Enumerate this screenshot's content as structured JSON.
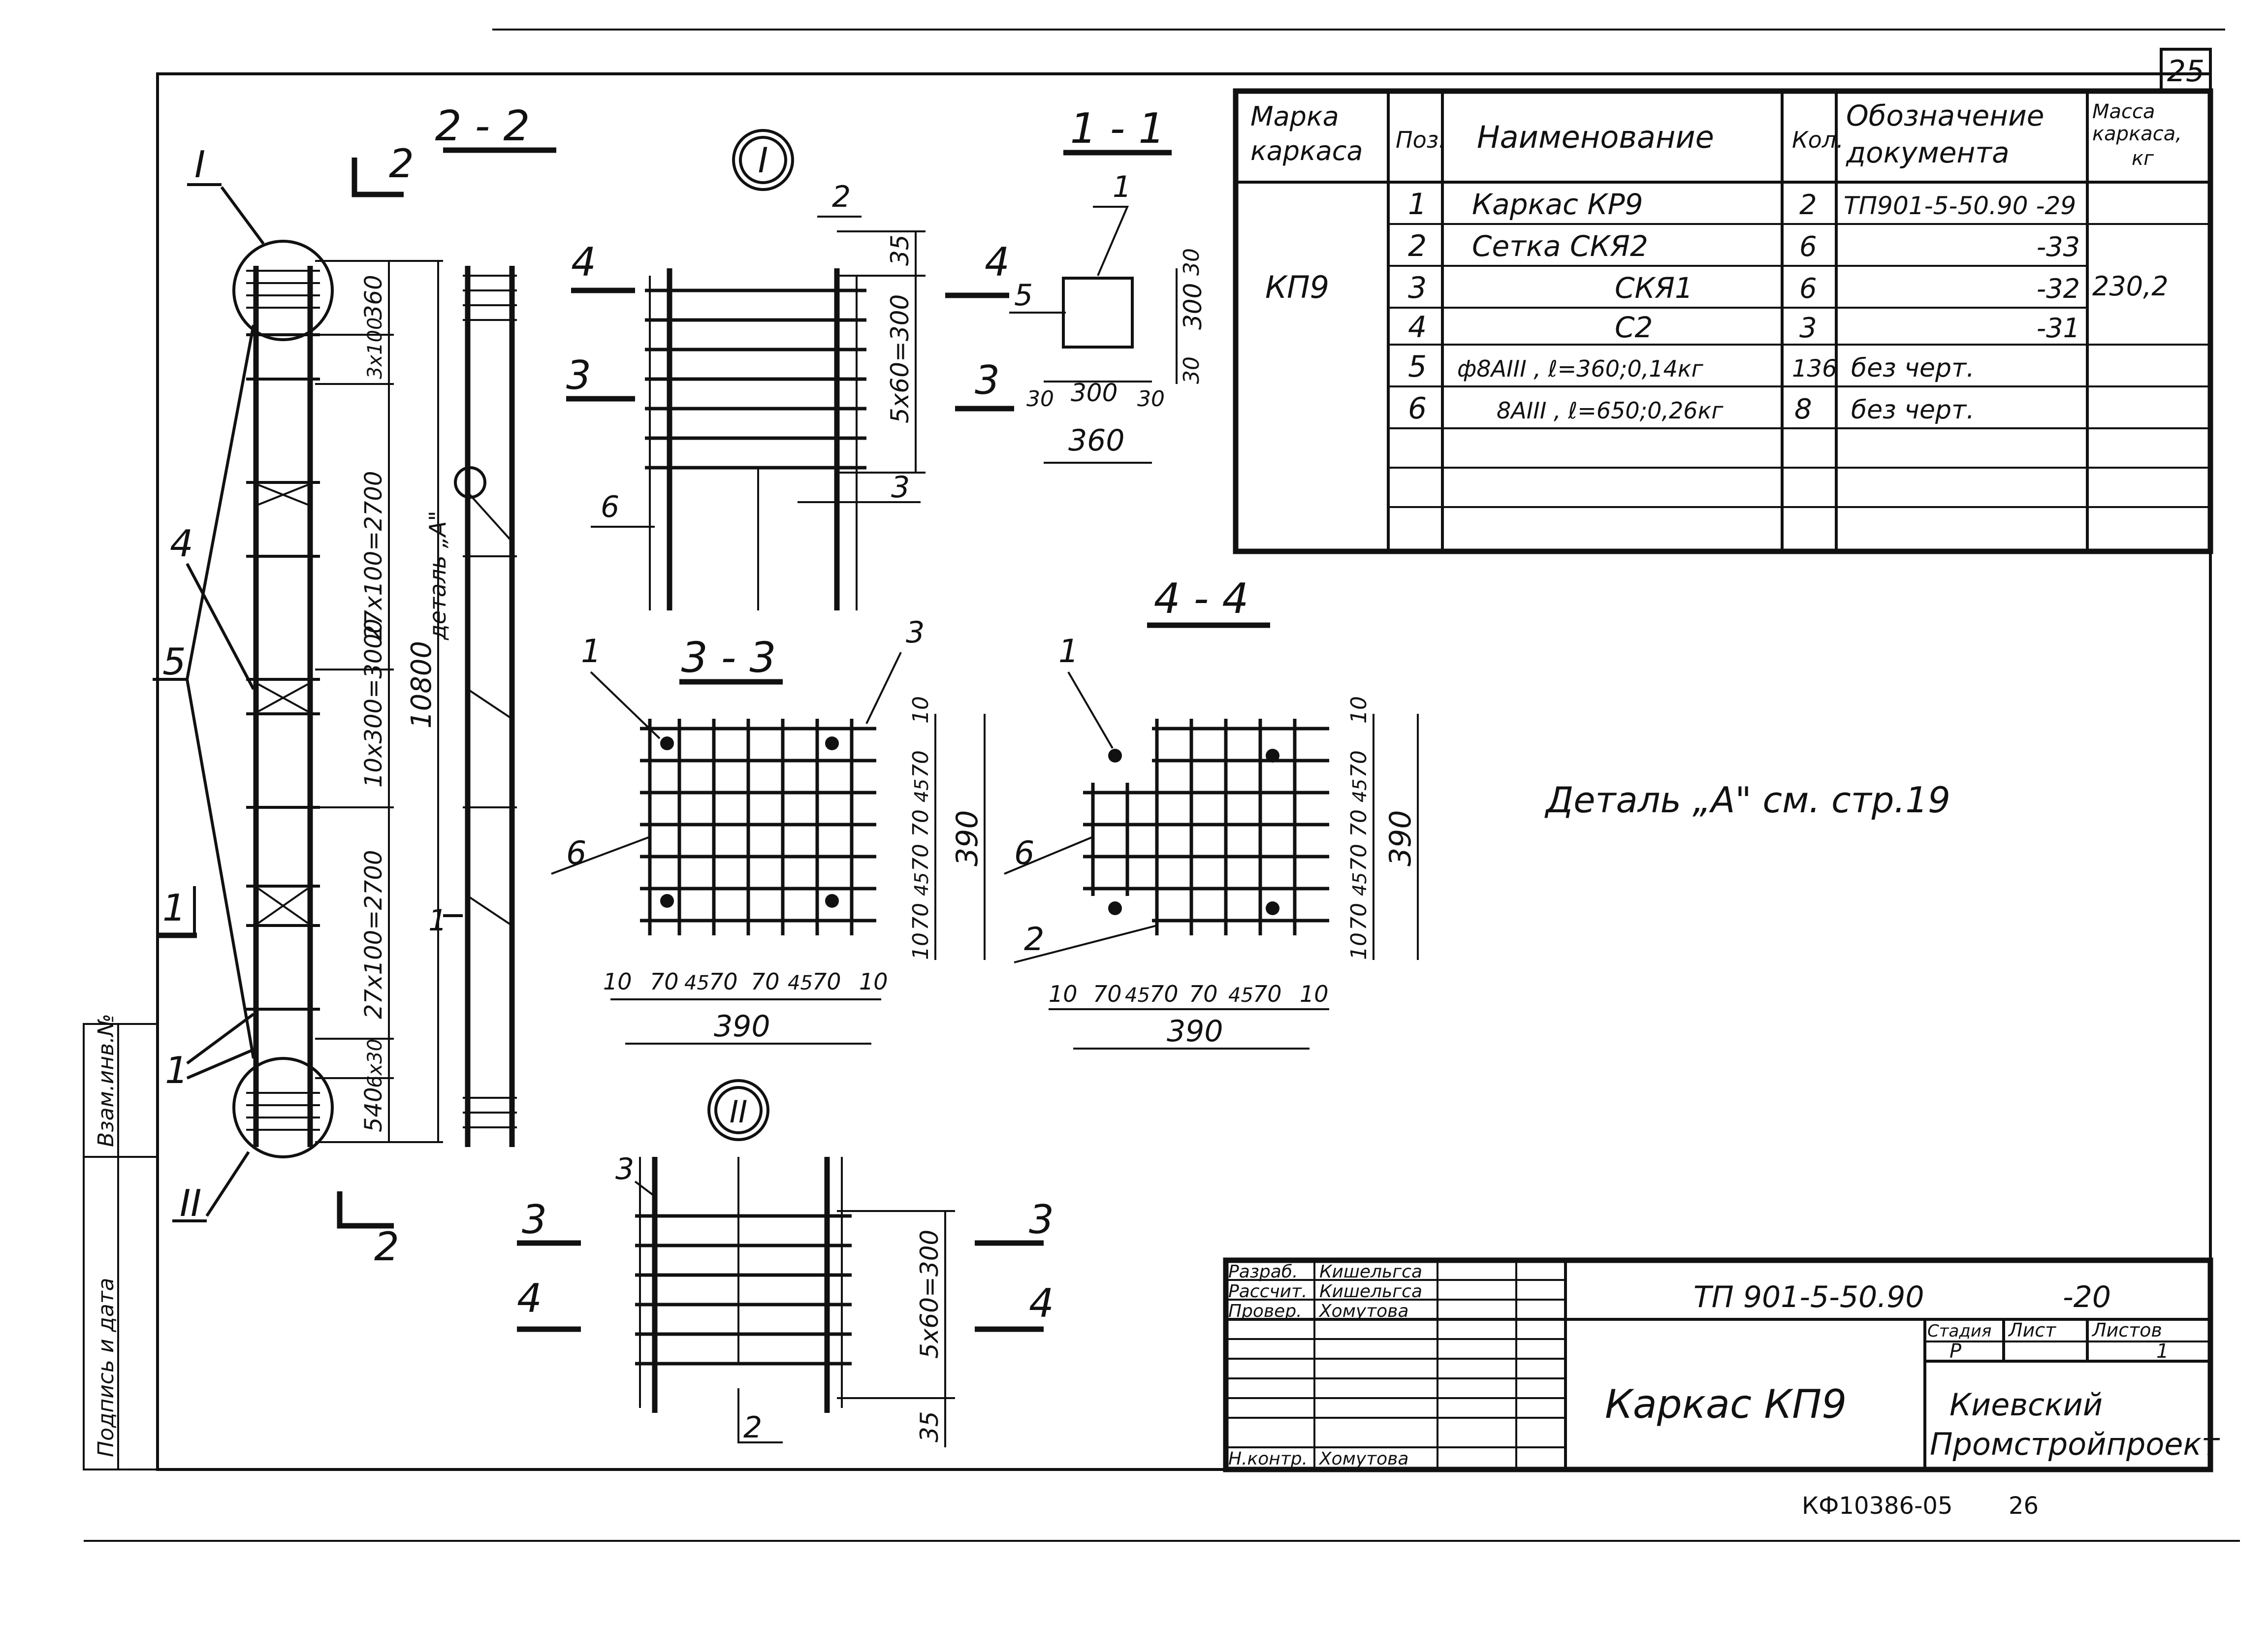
{
  "sheet_no": "25",
  "bottom_code": "КФ10386-05",
  "bottom_num": "26",
  "side_stamp": "Взам.инв.№",
  "side_stamp2": "Подпись и дата",
  "note": "Деталь „А\" см. стр.19",
  "sections": {
    "s22": "2 - 2",
    "s11": "1 - 1",
    "s33": "3 - 3",
    "s44": "4 - 4",
    "node1": "I",
    "node2": "II",
    "cut2": "2",
    "cut1": "1",
    "cut3": "3",
    "cut4": "4"
  },
  "callouts": {
    "c1": "1",
    "c2": "2",
    "c3": "3",
    "c4": "4",
    "c5": "5",
    "c6": "6"
  },
  "dims": {
    "d360": "360",
    "d3x100": "3x100",
    "d27x100a": "27x100=2700",
    "d10x300": "10x300=3000",
    "d27x100b": "27x100=2700",
    "d6x30": "6x30",
    "d540": "540",
    "d10800": "10800",
    "detail_a": "деталь „А\"",
    "d35": "35",
    "d5x60": "5x60=300",
    "d30": "30",
    "d300": "300",
    "d10": "10",
    "d70": "70",
    "d45": "45",
    "d390": "390"
  },
  "spec": {
    "headers": [
      "Марка каркаса",
      "Поз.",
      "Наименование",
      "Кол.",
      "Обозначение документа",
      "Масса каркаса, кг"
    ],
    "mark": "КП9",
    "mass": "230,2",
    "rows": [
      {
        "pos": "1",
        "name": "Каркас КР9",
        "qty": "2",
        "doc": "ТП901-5-50.90 -29"
      },
      {
        "pos": "2",
        "name": "Сетка СКЯ2",
        "qty": "6",
        "doc": "-33"
      },
      {
        "pos": "3",
        "name": "СКЯ1",
        "qty": "6",
        "doc": "-32"
      },
      {
        "pos": "4",
        "name": "С2",
        "qty": "3",
        "doc": "-31"
      },
      {
        "pos": "5",
        "name": "ф8АIII , ℓ=360;0,14кг",
        "qty": "136",
        "doc": "без черт."
      },
      {
        "pos": "6",
        "name": "8АIII , ℓ=650;0,26кг",
        "qty": "8",
        "doc": "без черт."
      }
    ]
  },
  "title_block": {
    "code": "ТП 901-5-50.90",
    "sheet_ref": "-20",
    "title": "Каркас КП9",
    "org1": "Киевский",
    "org2": "Промстройпроект",
    "stage_label": "Стадия",
    "sheet_label": "Лист",
    "sheets_label": "Листов",
    "stage": "Р",
    "sheets": "1",
    "roles": [
      {
        "role": "Разраб.",
        "name": "Кишельгса"
      },
      {
        "role": "Рассчит.",
        "name": "Кишельгса"
      },
      {
        "role": "Провер.",
        "name": "Хомутова"
      },
      {
        "role": "Н.контр.",
        "name": "Хомутова"
      }
    ]
  }
}
